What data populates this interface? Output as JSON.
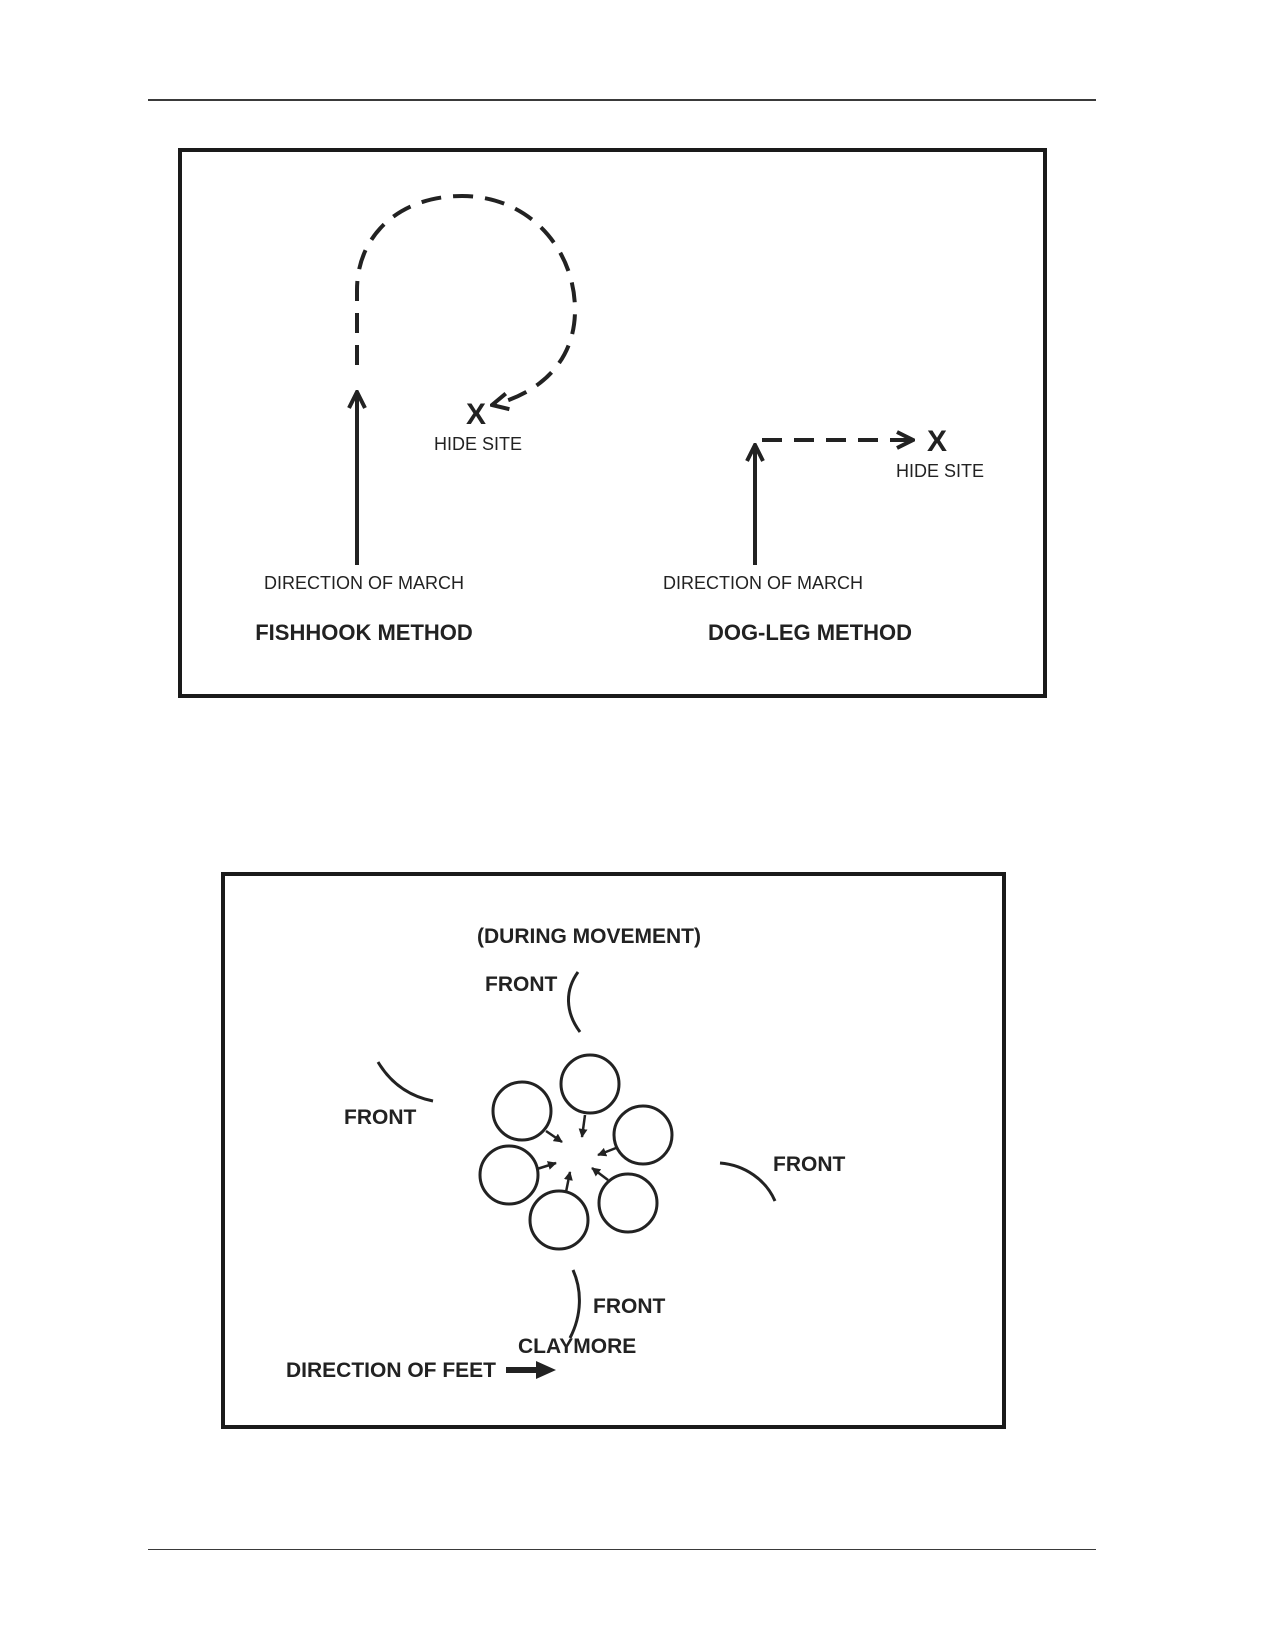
{
  "figure1": {
    "fishhook": {
      "x_mark": "X",
      "hide_site": "HIDE SITE",
      "direction": "DIRECTION OF MARCH",
      "title": "FISHHOOK METHOD"
    },
    "dogleg": {
      "x_mark": "X",
      "hide_site": "HIDE SITE",
      "direction": "DIRECTION OF MARCH",
      "title": "DOG-LEG METHOD"
    }
  },
  "figure2": {
    "heading": "(DURING MOVEMENT)",
    "front_top": "FRONT",
    "front_left": "FRONT",
    "front_right": "FRONT",
    "front_bottom": "FRONT",
    "claymore": "CLAYMORE",
    "direction_of_feet": "DIRECTION OF FEET"
  }
}
